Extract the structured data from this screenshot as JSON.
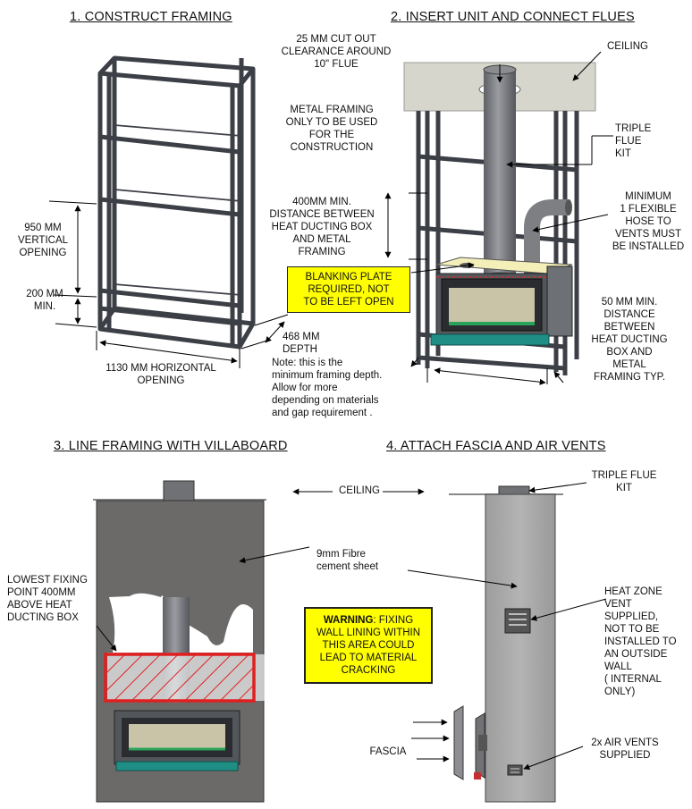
{
  "headings": {
    "step1": "1. CONSTRUCT FRAMING",
    "step2": "2. INSERT UNIT AND CONNECT FLUES",
    "step3": "3. LINE FRAMING WITH VILLABOARD",
    "step4": "4. ATTACH FASCIA AND AIR VENTS"
  },
  "step1": {
    "vertical_opening": "950 MM\nVERTICAL\nOPENING",
    "min_base": "200 MM\nMIN.",
    "horizontal_opening": "1130 MM HORIZONTAL\nOPENING",
    "depth": "468 MM\nDEPTH",
    "depth_note": "Note: this is the\nminimum framing depth.\nAllow for more\ndepending on materials\nand gap requirement ."
  },
  "step2": {
    "cutout": "25 MM CUT OUT\nCLEARANCE AROUND\n10\" FLUE",
    "ceiling": "CEILING",
    "metal_framing": "METAL FRAMING\nONLY TO BE USED\nFOR THE\nCONSTRUCTION",
    "triple_flue": "TRIPLE FLUE\nKIT",
    "distance_400": "400MM MIN.\nDISTANCE BETWEEN\nHEAT DUCTING BOX\nAND METAL\nFRAMING",
    "flex_hose": "MINIMUM\n1 FLEXIBLE\nHOSE TO\nVENTS MUST\nBE INSTALLED",
    "blanking_plate": "BLANKING PLATE\nREQUIRED,  NOT\nTO BE LEFT OPEN",
    "distance_50": "50 MM MIN.\nDISTANCE\nBETWEEN\nHEAT DUCTING\nBOX AND\nMETAL\nFRAMING TYP."
  },
  "step3": {
    "lowest_fixing": "LOWEST FIXING\nPOINT 400MM\nABOVE HEAT\nDUCTING BOX",
    "ceiling": "CEILING",
    "fibre_cement": "9mm Fibre\ncement sheet",
    "warning_bold": "WARNING",
    "warning_text": ": FIXING\nWALL LINING WITHIN\nTHIS AREA COULD\nLEAD TO MATERIAL\nCRACKING"
  },
  "step4": {
    "triple_flue": "TRIPLE FLUE\nKIT",
    "heat_zone": "HEAT ZONE\nVENT\nSUPPLIED,\nNOT TO BE\nINSTALLED TO\nAN OUTSIDE\nWALL\n( INTERNAL\nONLY)",
    "fascia": "FASCIA",
    "air_vents": "2x AIR VENTS\nSUPPLIED"
  },
  "colors": {
    "frame": "#3c3f46",
    "wall_dark": "#6b6a68",
    "wall_grey": "#a9aaa9",
    "ceiling": "#d6d6cc",
    "warning_yellow": "#ffff00",
    "hatch_red": "#e02020",
    "teal_base": "#1f8f86"
  }
}
